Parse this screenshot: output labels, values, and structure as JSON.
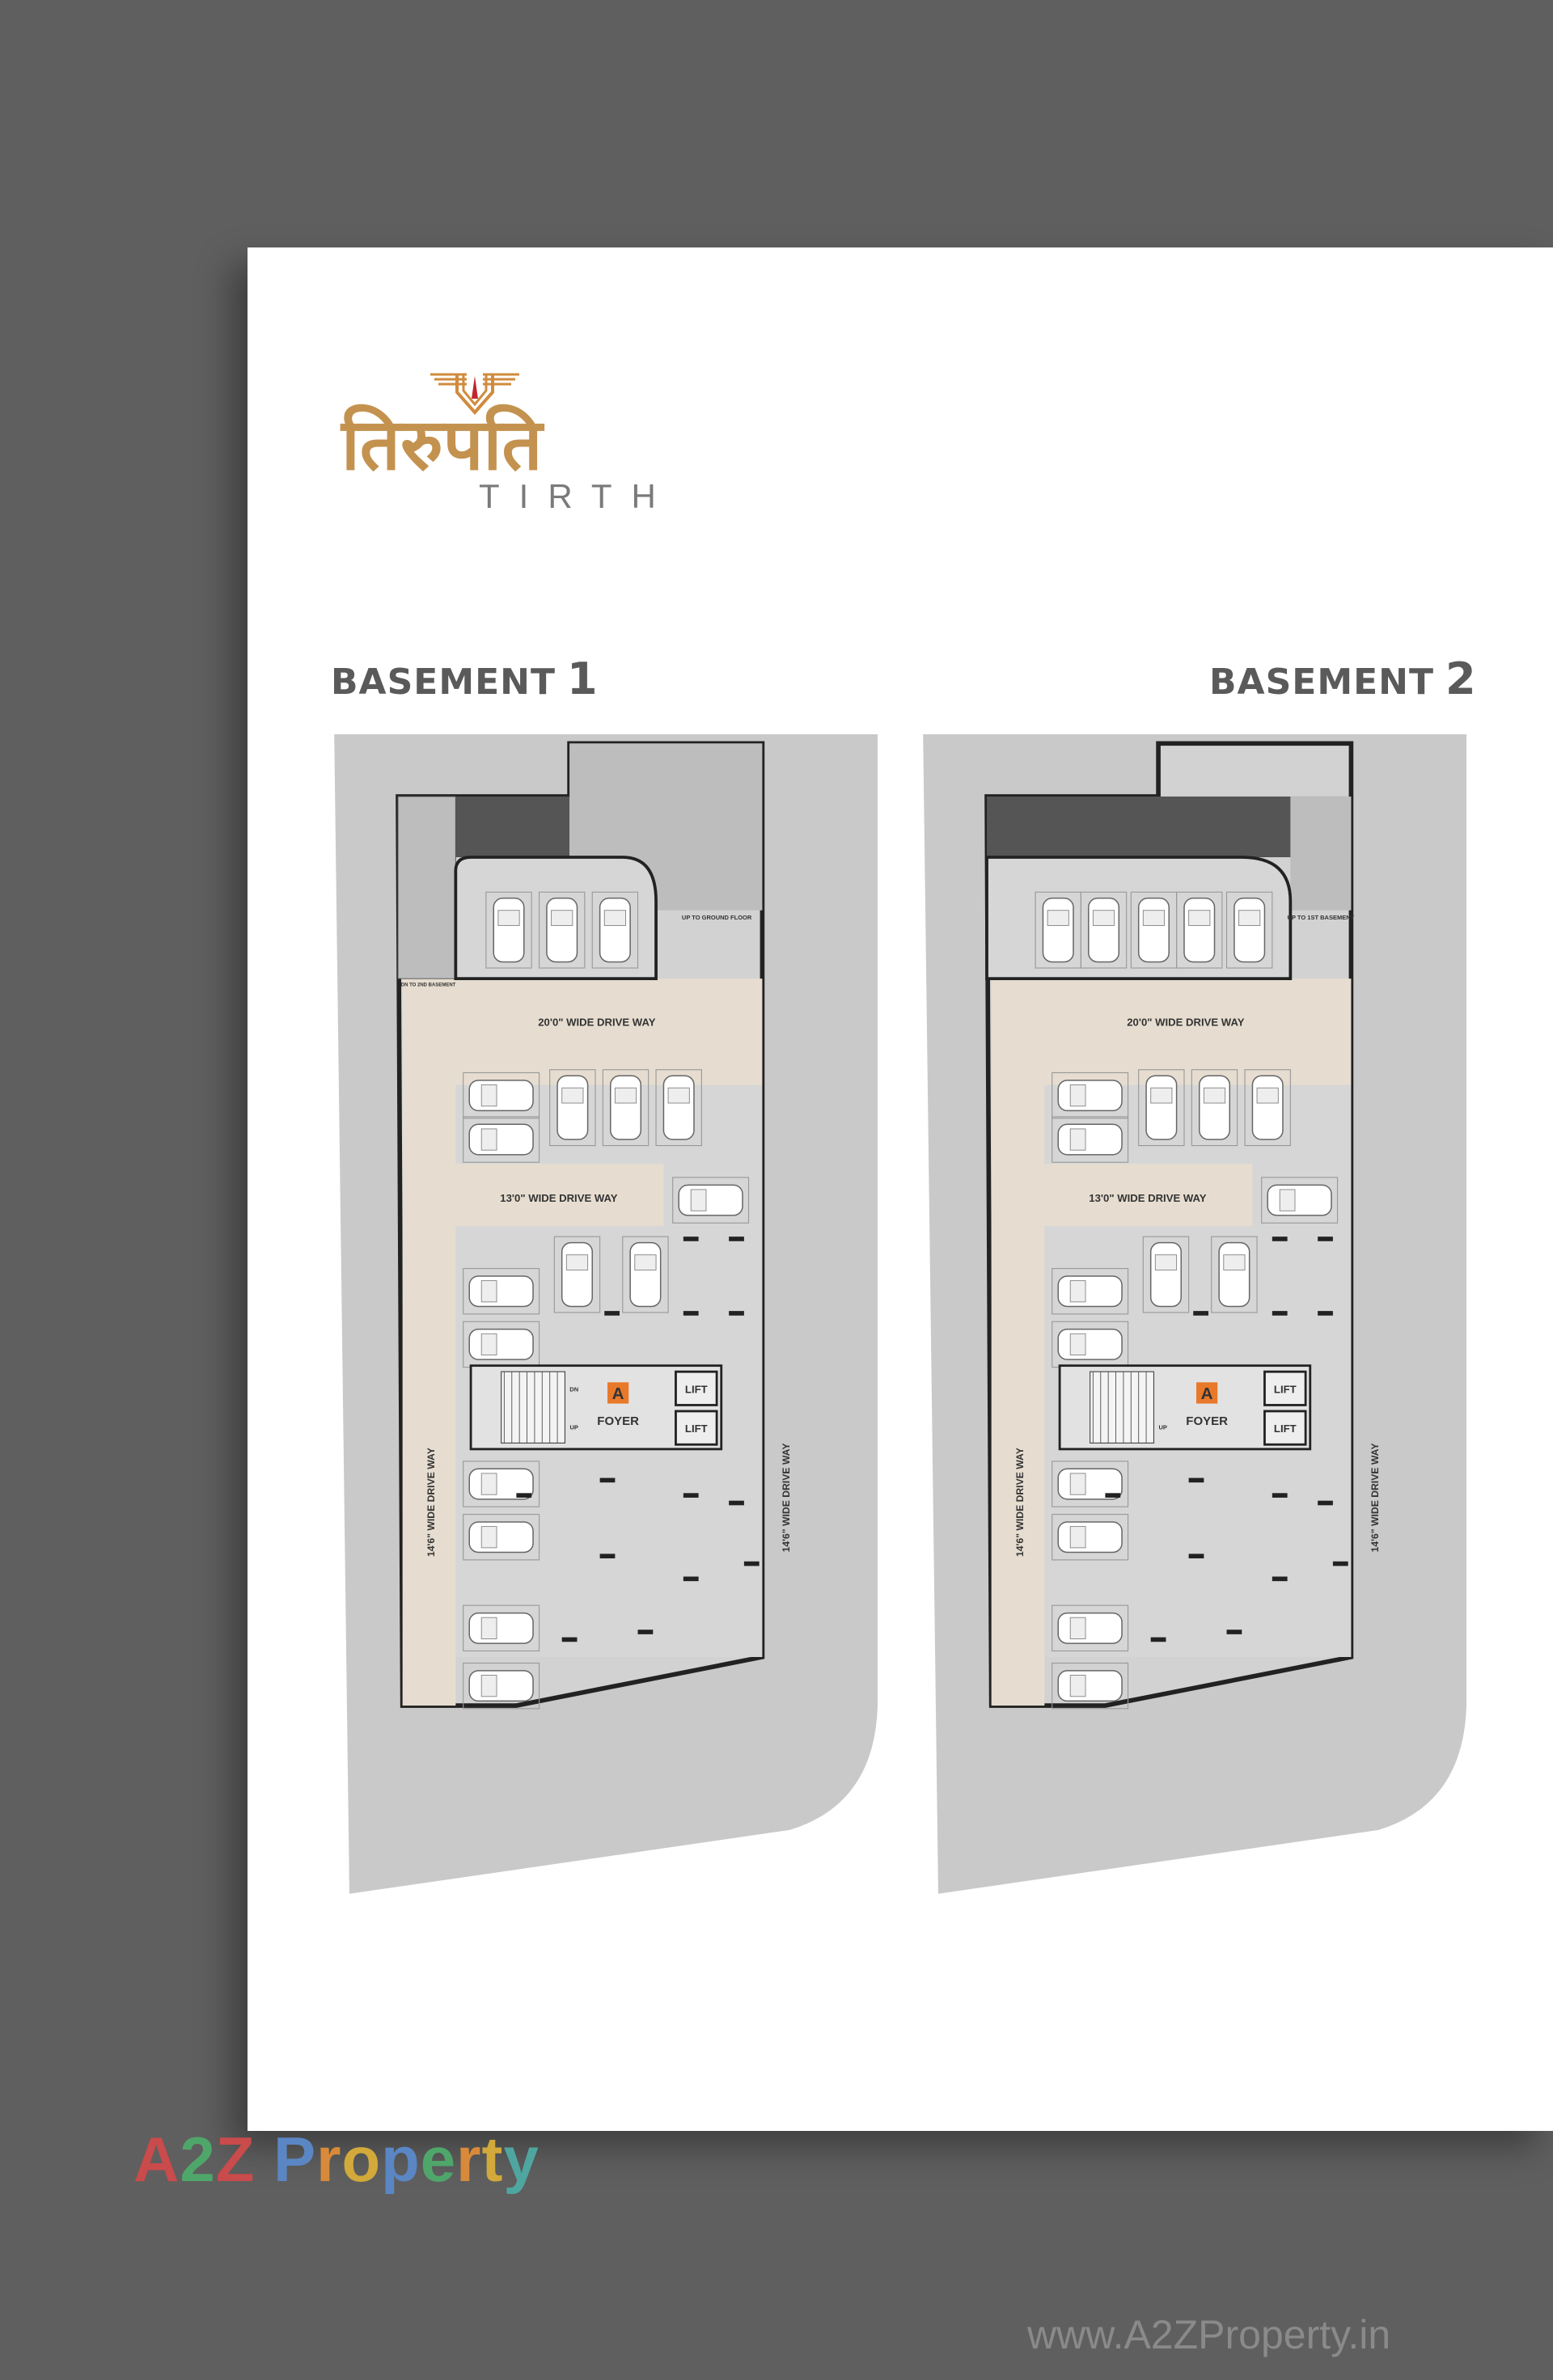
{
  "brand": {
    "logo_devanagari": "तिरुपति",
    "logo_english": "TIRTH"
  },
  "plans": [
    {
      "title": "BASEMENT",
      "number": "1",
      "drive_top": "20'0\" WIDE DRIVE WAY",
      "drive_mid": "13'0\" WIDE DRIVE WAY",
      "drive_left": "14'6\" WIDE DRIVE WAY",
      "drive_right": "14'6\" WIDE DRIVE WAY",
      "ramp_up": "UP TO GROUND FLOOR",
      "ramp_dn": "DN TO 2ND BASEMENT",
      "core_marker": "A",
      "foyer": "FOYER",
      "lift_1": "LIFT",
      "lift_2": "LIFT",
      "stair_dn": "DN",
      "stair_up": "UP"
    },
    {
      "title": "BASEMENT",
      "number": "2",
      "drive_top": "20'0\" WIDE DRIVE WAY",
      "drive_mid": "13'0\" WIDE DRIVE WAY",
      "drive_left": "14'6\" WIDE DRIVE WAY",
      "drive_right": "14'6\" WIDE DRIVE WAY",
      "ramp_up": "UP TO 1ST BASEMENT",
      "ramp_dn": "",
      "core_marker": "A",
      "foyer": "FOYER",
      "lift_1": "LIFT",
      "lift_2": "LIFT",
      "stair_dn": "",
      "stair_up": "UP"
    }
  ],
  "watermark": {
    "brand": "A2Z Property",
    "url": "www.A2ZProperty.in"
  },
  "colors": {
    "logo_gold": "#c4924f",
    "driveway_beige": "#e6ddd0",
    "site_gray": "#c9c9c9",
    "marker_orange": "#e8792b"
  }
}
